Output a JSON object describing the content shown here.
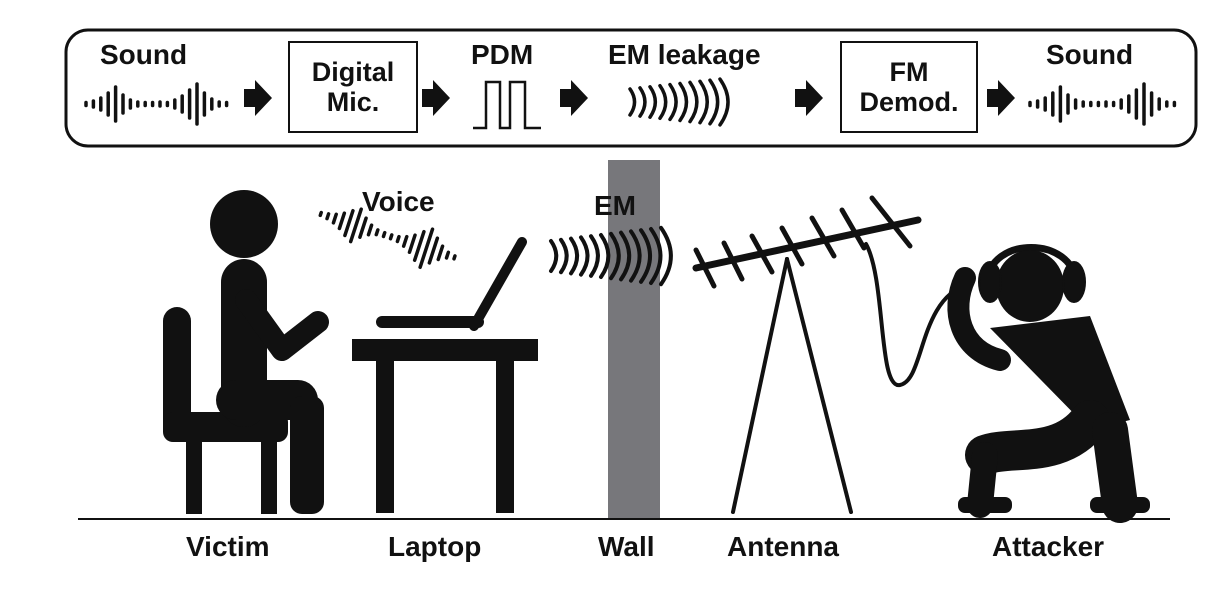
{
  "pipeline": {
    "sound_in": "Sound",
    "digital_mic": [
      "Digital",
      "Mic."
    ],
    "pdm": "PDM",
    "em_leakage": "EM leakage",
    "fm_demod": [
      "FM",
      "Demod."
    ],
    "sound_out": "Sound"
  },
  "scene": {
    "voice": "Voice",
    "em": "EM"
  },
  "labels": {
    "victim": "Victim",
    "laptop": "Laptop",
    "wall": "Wall",
    "antenna": "Antenna",
    "attacker": "Attacker"
  },
  "colors": {
    "ink": "#111111",
    "wall": "#77777b"
  }
}
